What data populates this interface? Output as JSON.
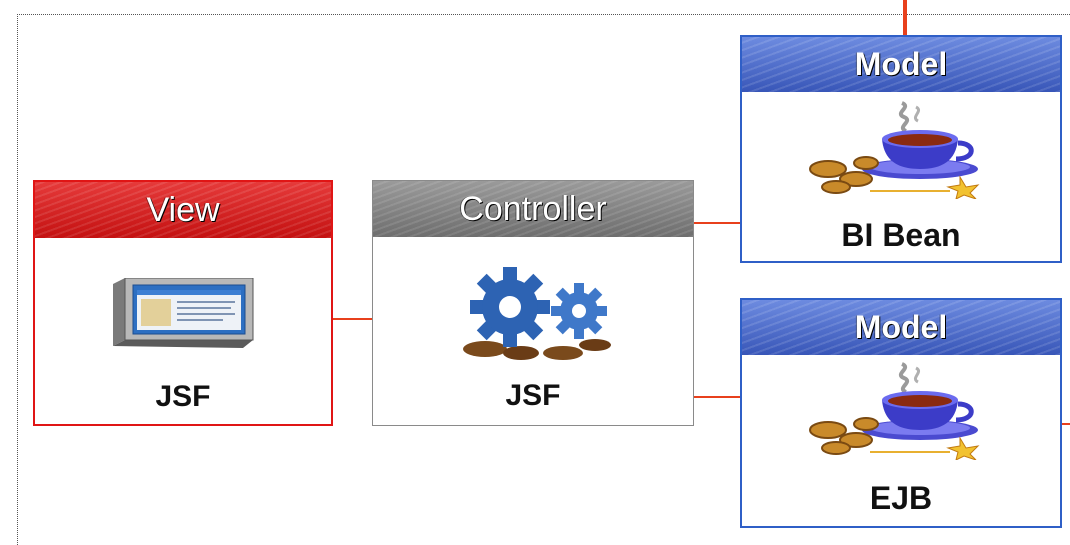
{
  "diagram": {
    "view": {
      "header": "View",
      "label": "JSF",
      "icon": "browser-window-icon"
    },
    "controller": {
      "header": "Controller",
      "label": "JSF",
      "icon": "gears-icon"
    },
    "model_top": {
      "header": "Model",
      "label": "BI Bean",
      "icon": "java-coffee-cup-icon"
    },
    "model_bottom": {
      "header": "Model",
      "label": "EJB",
      "icon": "java-coffee-cup-icon"
    }
  },
  "colors": {
    "view_border": "#e01515",
    "controller_border": "#8a8a8a",
    "model_border": "#2f5fc7",
    "connector": "#e8401c"
  }
}
